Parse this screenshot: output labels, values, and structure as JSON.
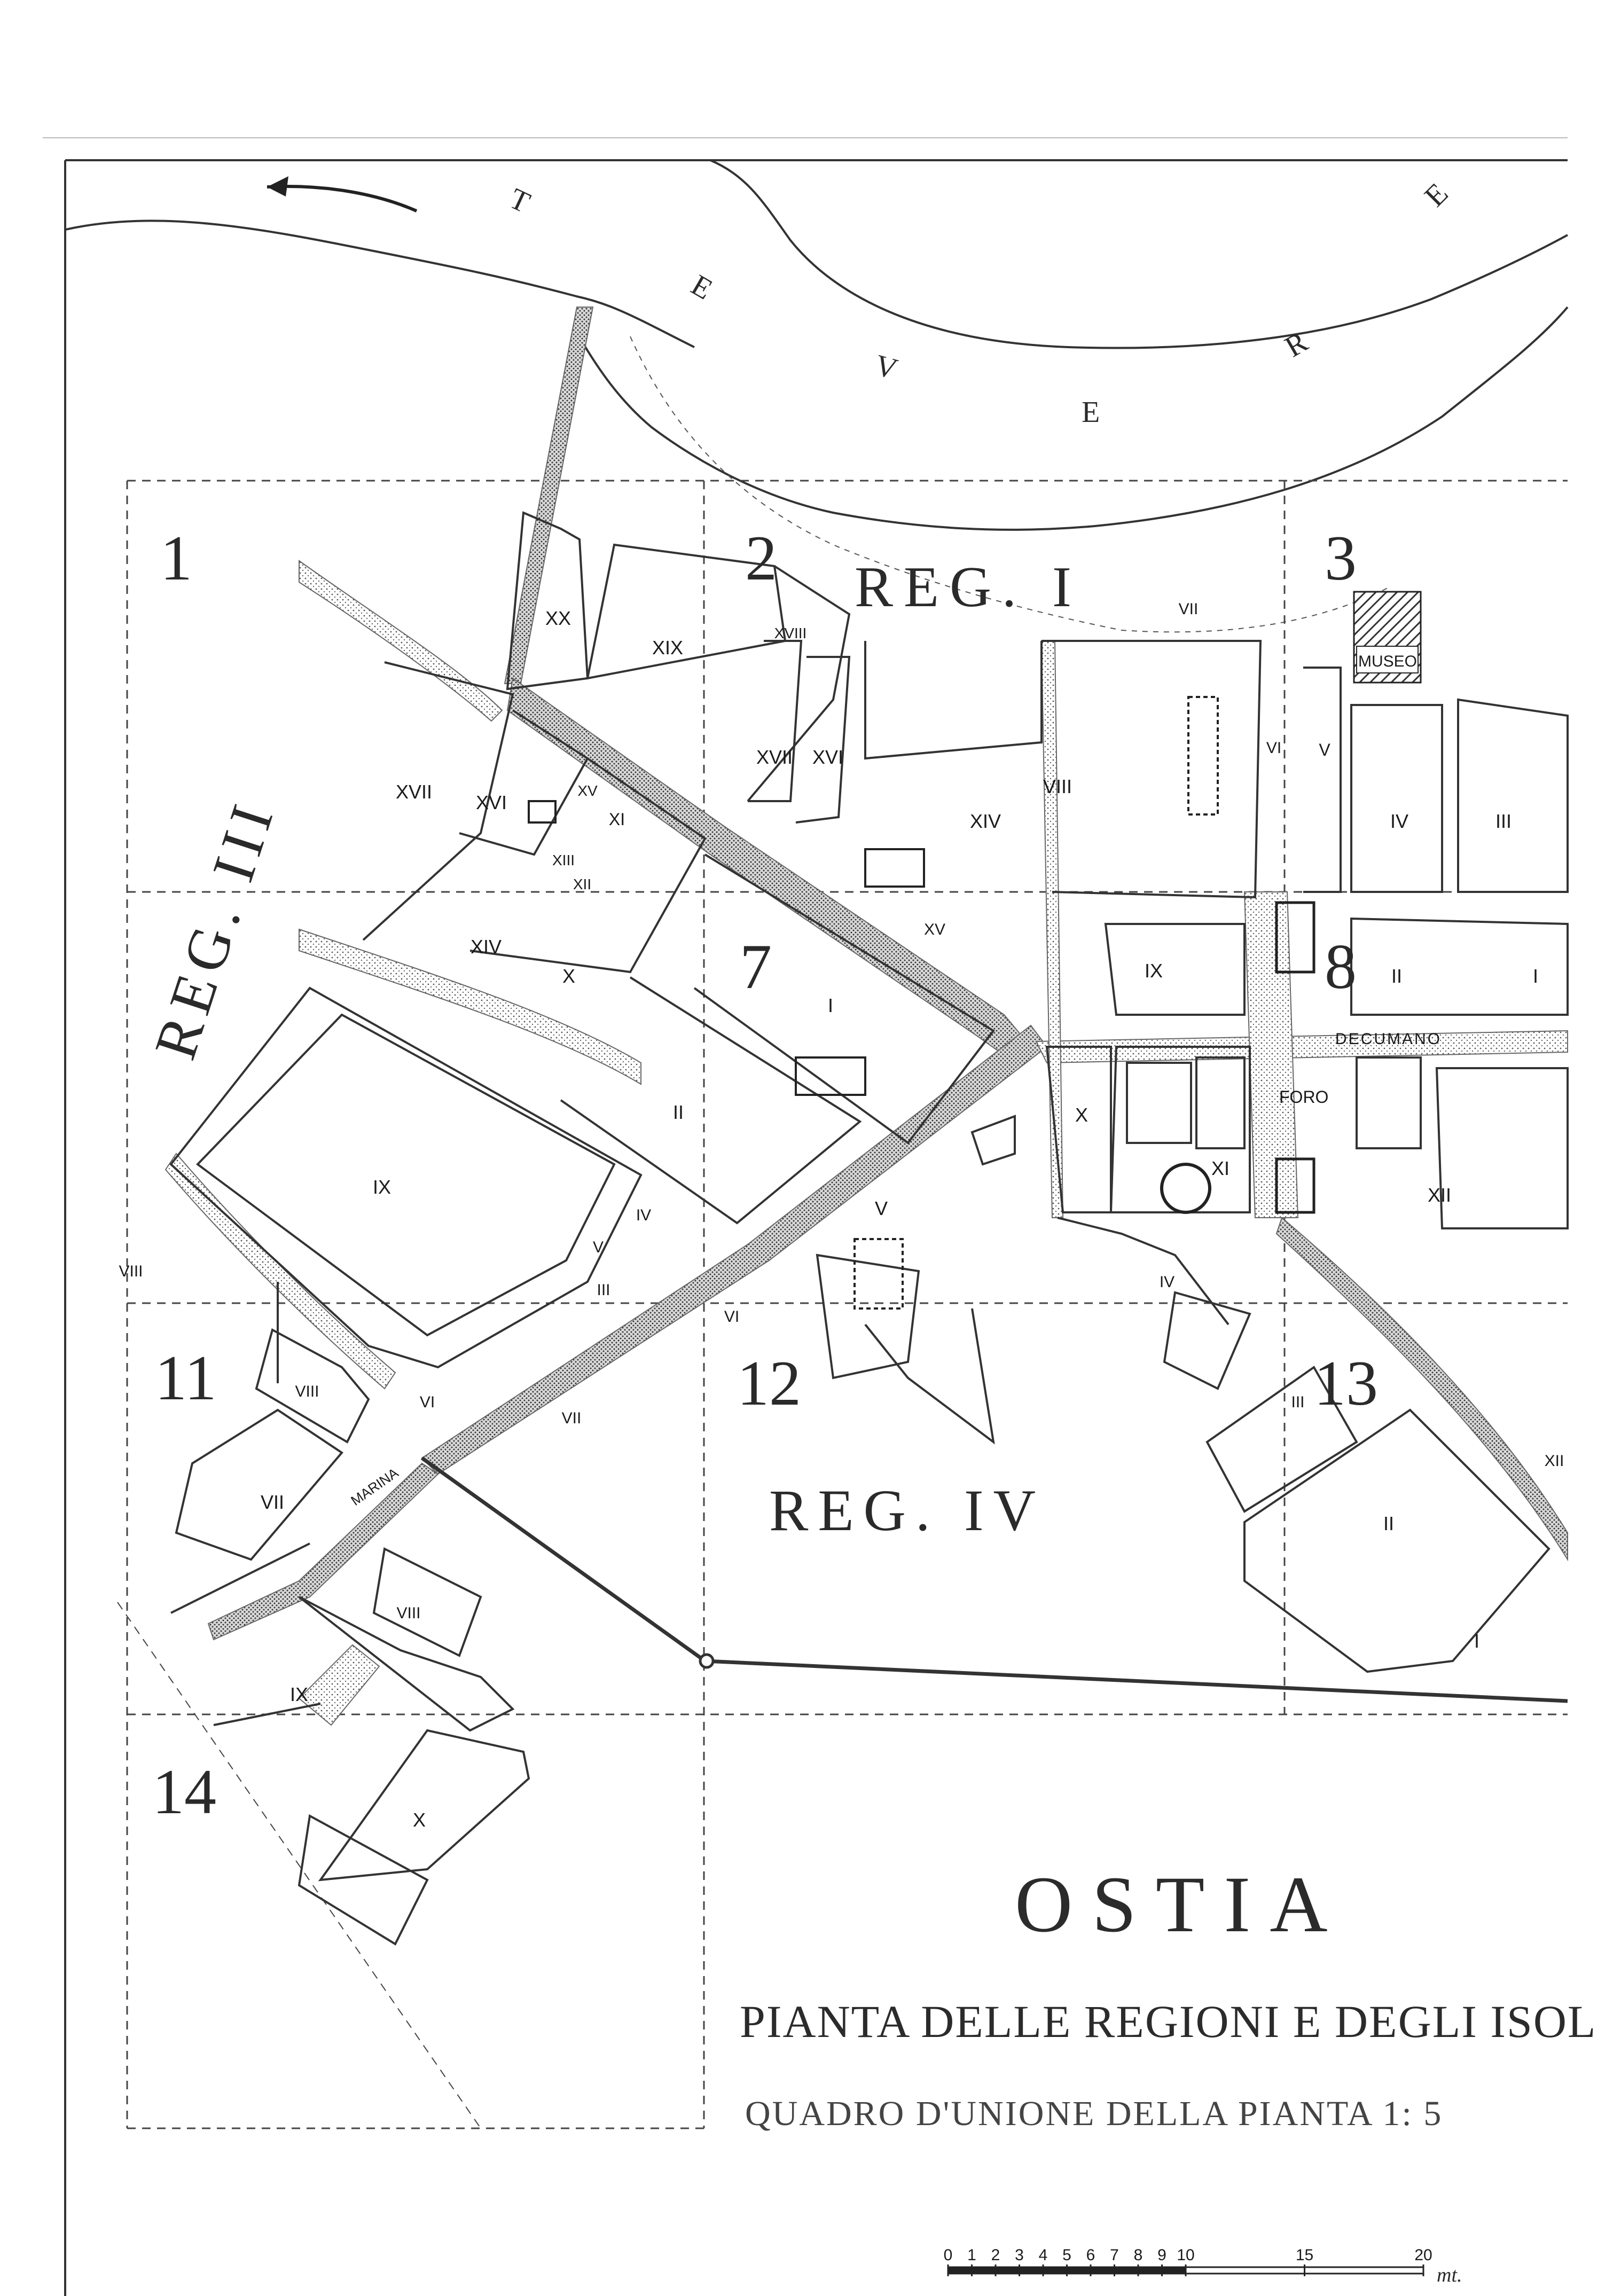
{
  "map": {
    "river": {
      "letters": [
        "T",
        "E",
        "V",
        "E",
        "R",
        "E"
      ]
    },
    "regions": [
      {
        "id": "reg-i",
        "label": "REG. I"
      },
      {
        "id": "reg-iii",
        "label": "REG. III"
      },
      {
        "id": "reg-iv",
        "label": "REG. IV"
      }
    ],
    "sheets": [
      "1",
      "2",
      "3",
      "7",
      "8",
      "11",
      "12",
      "13",
      "14"
    ],
    "insulae": {
      "xx": "XX",
      "xix": "XIX",
      "xviii_a": "XVIII",
      "xvii_a": "XVII",
      "xvi_a": "XVI",
      "xvii_b": "XVII",
      "xvi_b": "XVI",
      "xv_a": "XV",
      "xi_a": "XI",
      "xiii": "XIII",
      "xii_a": "XII",
      "xiv_a": "XIV",
      "x_a": "X",
      "i_a": "I",
      "ii_a": "II",
      "ix_a": "IX",
      "iv_a": "IV",
      "v_a": "V",
      "iii_a": "III",
      "viii_a": "VIII",
      "vi_a": "VI",
      "vii_a": "VII",
      "vi_b": "VI",
      "xiv_b": "XIV",
      "xv_b": "XV",
      "vii_b": "VII",
      "viii_b": "VIII",
      "v_b": "V",
      "vi_c": "VI",
      "v_c": "V",
      "iv_b": "IV",
      "iii_b": "III",
      "ix_b": "IX",
      "ii_b": "II",
      "i_b": "I",
      "x_b": "X",
      "xi_b": "XI",
      "xii_b": "XII",
      "iv_c": "IV",
      "iii_c": "III",
      "ii_c": "II",
      "i_c": "I",
      "xii_c": "XII",
      "viii_c": "VIII",
      "vii_c": "VII",
      "viii_d": "VIII",
      "ix_c": "IX",
      "x_c": "X"
    },
    "places": {
      "museo": "MUSEO",
      "foro": "FORO",
      "decumano": "DECUMANO",
      "marina": "MARINA"
    }
  },
  "title": {
    "main": "OSTIA",
    "subtitle": "PIANTA DELLE REGIONI E DEGLI ISOL",
    "scale_text": "QUADRO D'UNIONE DELLA PIANTA   1: 5"
  },
  "scale_bar": {
    "ticks": [
      "0",
      "1",
      "2",
      "3",
      "4",
      "5",
      "6",
      "7",
      "8",
      "9",
      "10",
      "15",
      "20"
    ],
    "unit": "mt."
  },
  "colors": {
    "ink": "#2a2a2a",
    "paper": "#ffffff",
    "road": "#9a9a9a"
  }
}
